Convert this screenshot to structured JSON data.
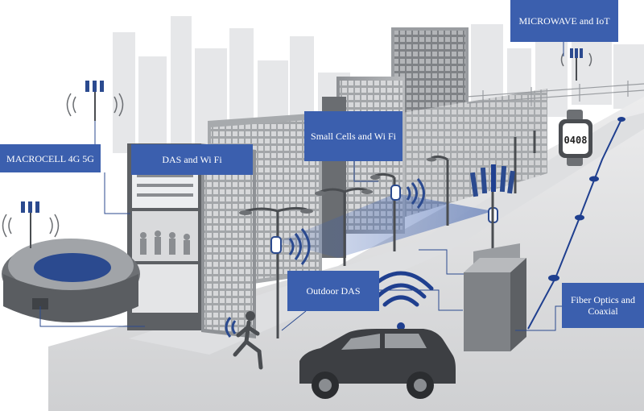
{
  "labels": {
    "macrocell": "MACROCELL 4G  5G",
    "das_wifi": "DAS and Wi Fi",
    "small_cells": "Small Cells and Wi Fi",
    "microwave": "MICROWAVE and IoT",
    "outdoor_das": "Outdoor DAS",
    "fiber": "Fiber Optics and Coaxial"
  },
  "watch": {
    "display": "0408"
  },
  "colors": {
    "accent_blue": "#3b5fae",
    "deep_blue": "#1f3f8f",
    "building_gray": "#a9abae",
    "dark_gray": "#5a5d61",
    "skyline_gray": "#e3e4e6"
  },
  "icons": [
    "macrocell-tower-icon",
    "wifi-signal-icon",
    "smartwatch-icon",
    "car-icon",
    "runner-icon",
    "street-lamp-icon",
    "small-cell-icon",
    "stadium-icon"
  ]
}
